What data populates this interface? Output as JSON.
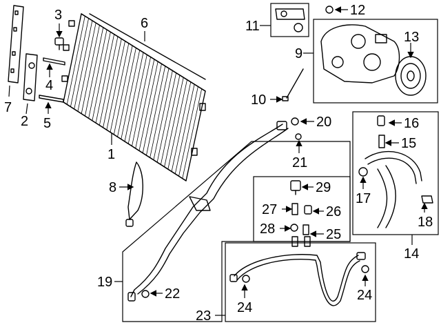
{
  "callouts": {
    "c1": "1",
    "c2": "2",
    "c3": "3",
    "c4": "4",
    "c5": "5",
    "c6": "6",
    "c7": "7",
    "c8": "8",
    "c9": "9",
    "c10": "10",
    "c11": "11",
    "c12": "12",
    "c13": "13",
    "c14": "14",
    "c15": "15",
    "c16": "16",
    "c17": "17",
    "c18": "18",
    "c19": "19",
    "c20": "20",
    "c21": "21",
    "c22": "22",
    "c23": "23",
    "c24a": "24",
    "c24b": "24",
    "c25": "25",
    "c26": "26",
    "c27": "27",
    "c28": "28",
    "c29": "29"
  },
  "colors": {
    "line": "#000000",
    "background": "#ffffff"
  }
}
